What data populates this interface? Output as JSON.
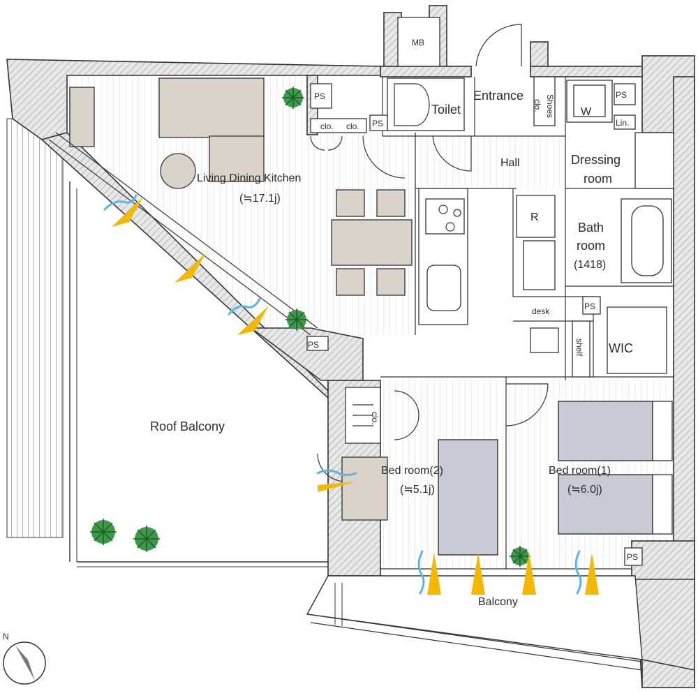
{
  "labels": {
    "mb": "MB",
    "entrance": "Entrance",
    "toilet": "Toilet",
    "shoes": "Shoes",
    "shoes_clo": "clo.",
    "ps": "PS",
    "w": "W",
    "lin": "Lin.",
    "clo": "clo.",
    "ldk": "Living Dining Kitchen",
    "ldk_area": "(≒17.1j)",
    "hall": "Hall",
    "dressing_1": "Dressing",
    "dressing_2": "room",
    "r": "R",
    "bath_1": "Bath",
    "bath_2": "room",
    "bath_size": "(1418)",
    "desk": "desk",
    "shelf": "shelf",
    "wic": "WIC",
    "roof_balcony": "Roof Balcony",
    "bed2": "Bed room(2)",
    "bed2_area": "(≒5.1j)",
    "bed1": "Bed room(1)",
    "bed1_area": "(≒6.0j)",
    "balcony": "Balcony",
    "north": "N"
  },
  "colors": {
    "bed": "#c9cad6",
    "furniture": "#d9d3c9",
    "breeze": "#5ab4e8",
    "sun": "#f5b800",
    "plant": "#3e9a4a"
  }
}
